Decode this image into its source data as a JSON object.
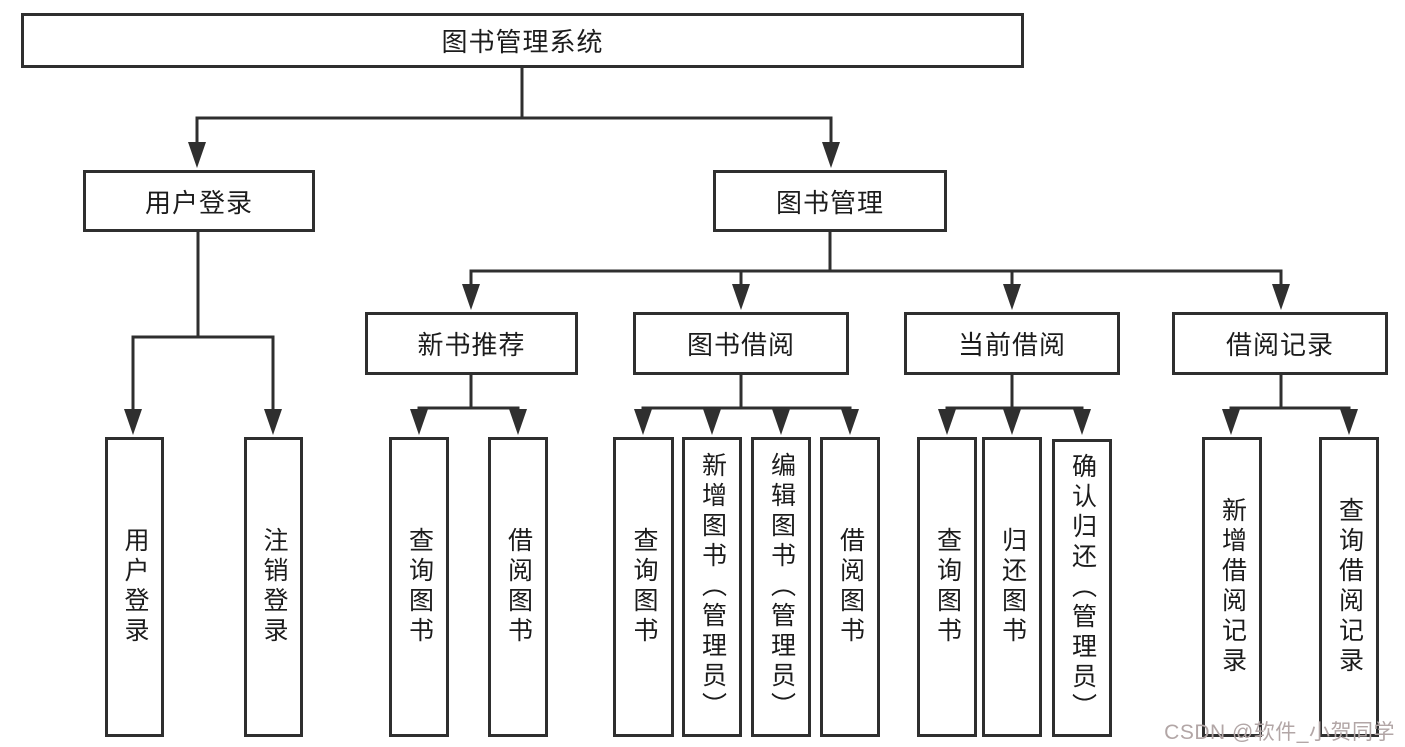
{
  "tree": {
    "root": "图书管理系统",
    "user_login": {
      "label": "用户登录",
      "children": [
        "用户登录",
        "注销登录"
      ]
    },
    "book_management": {
      "label": "图书管理",
      "groups": [
        {
          "label": "新书推荐",
          "children": [
            "查询图书",
            "借阅图书"
          ]
        },
        {
          "label": "图书借阅",
          "children": [
            "查询图书",
            "新增图书（管理员）",
            "编辑图书（管理员）",
            "借阅图书"
          ]
        },
        {
          "label": "当前借阅",
          "children": [
            "查询图书",
            "归还图书",
            "确认归还（管理员）"
          ]
        },
        {
          "label": "借阅记录",
          "children": [
            "新增借阅记录",
            "查询借阅记录"
          ]
        }
      ]
    }
  },
  "watermark": "CSDN @软件_小贺同学",
  "colors": {
    "line": "#2f2f2f",
    "text": "#1c1c1c",
    "watermark": "#b2a6a6",
    "background": "#ffffff"
  }
}
